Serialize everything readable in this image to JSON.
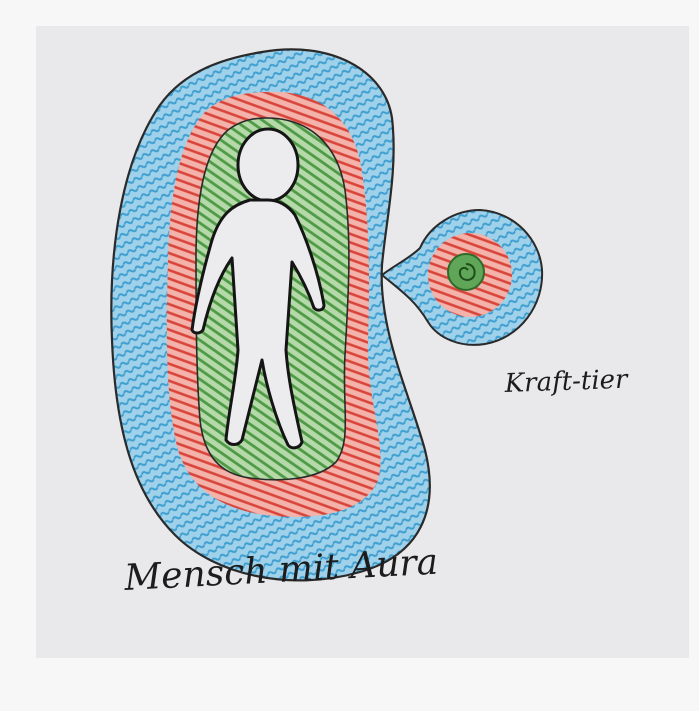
{
  "labels": {
    "human_with_aura": "Mensch mit Aura",
    "small_being": "Kraft-tier"
  },
  "colors": {
    "paper": "#e9e9eb",
    "outer_border": "#f7f7f7",
    "ink": "#1c1c1c",
    "aura_blue": "#6fb3d6",
    "aura_red": "#e0584c",
    "aura_green": "#6bab62"
  },
  "layer_order": [
    "blue",
    "red",
    "green",
    "figure"
  ]
}
